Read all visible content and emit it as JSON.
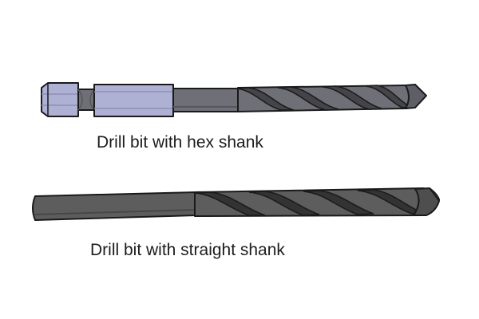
{
  "captions": {
    "hex_shank": "Drill bit with hex shank",
    "straight_shank": "Drill bit with straight shank"
  },
  "drill_bits": [
    {
      "id": "hex",
      "shank_type": "hex",
      "colors": {
        "body": "#6f6f78",
        "body_shadow": "#55555d",
        "hex_face": "#aeb0d4",
        "hex_bevel": "#8e8fb4",
        "flute": "#444449",
        "outline": "#1a1a1a"
      }
    },
    {
      "id": "straight",
      "shank_type": "straight",
      "colors": {
        "body": "#5d5d5d",
        "body_shadow": "#474747",
        "flute": "#333333",
        "outline": "#1a1a1a"
      }
    }
  ]
}
